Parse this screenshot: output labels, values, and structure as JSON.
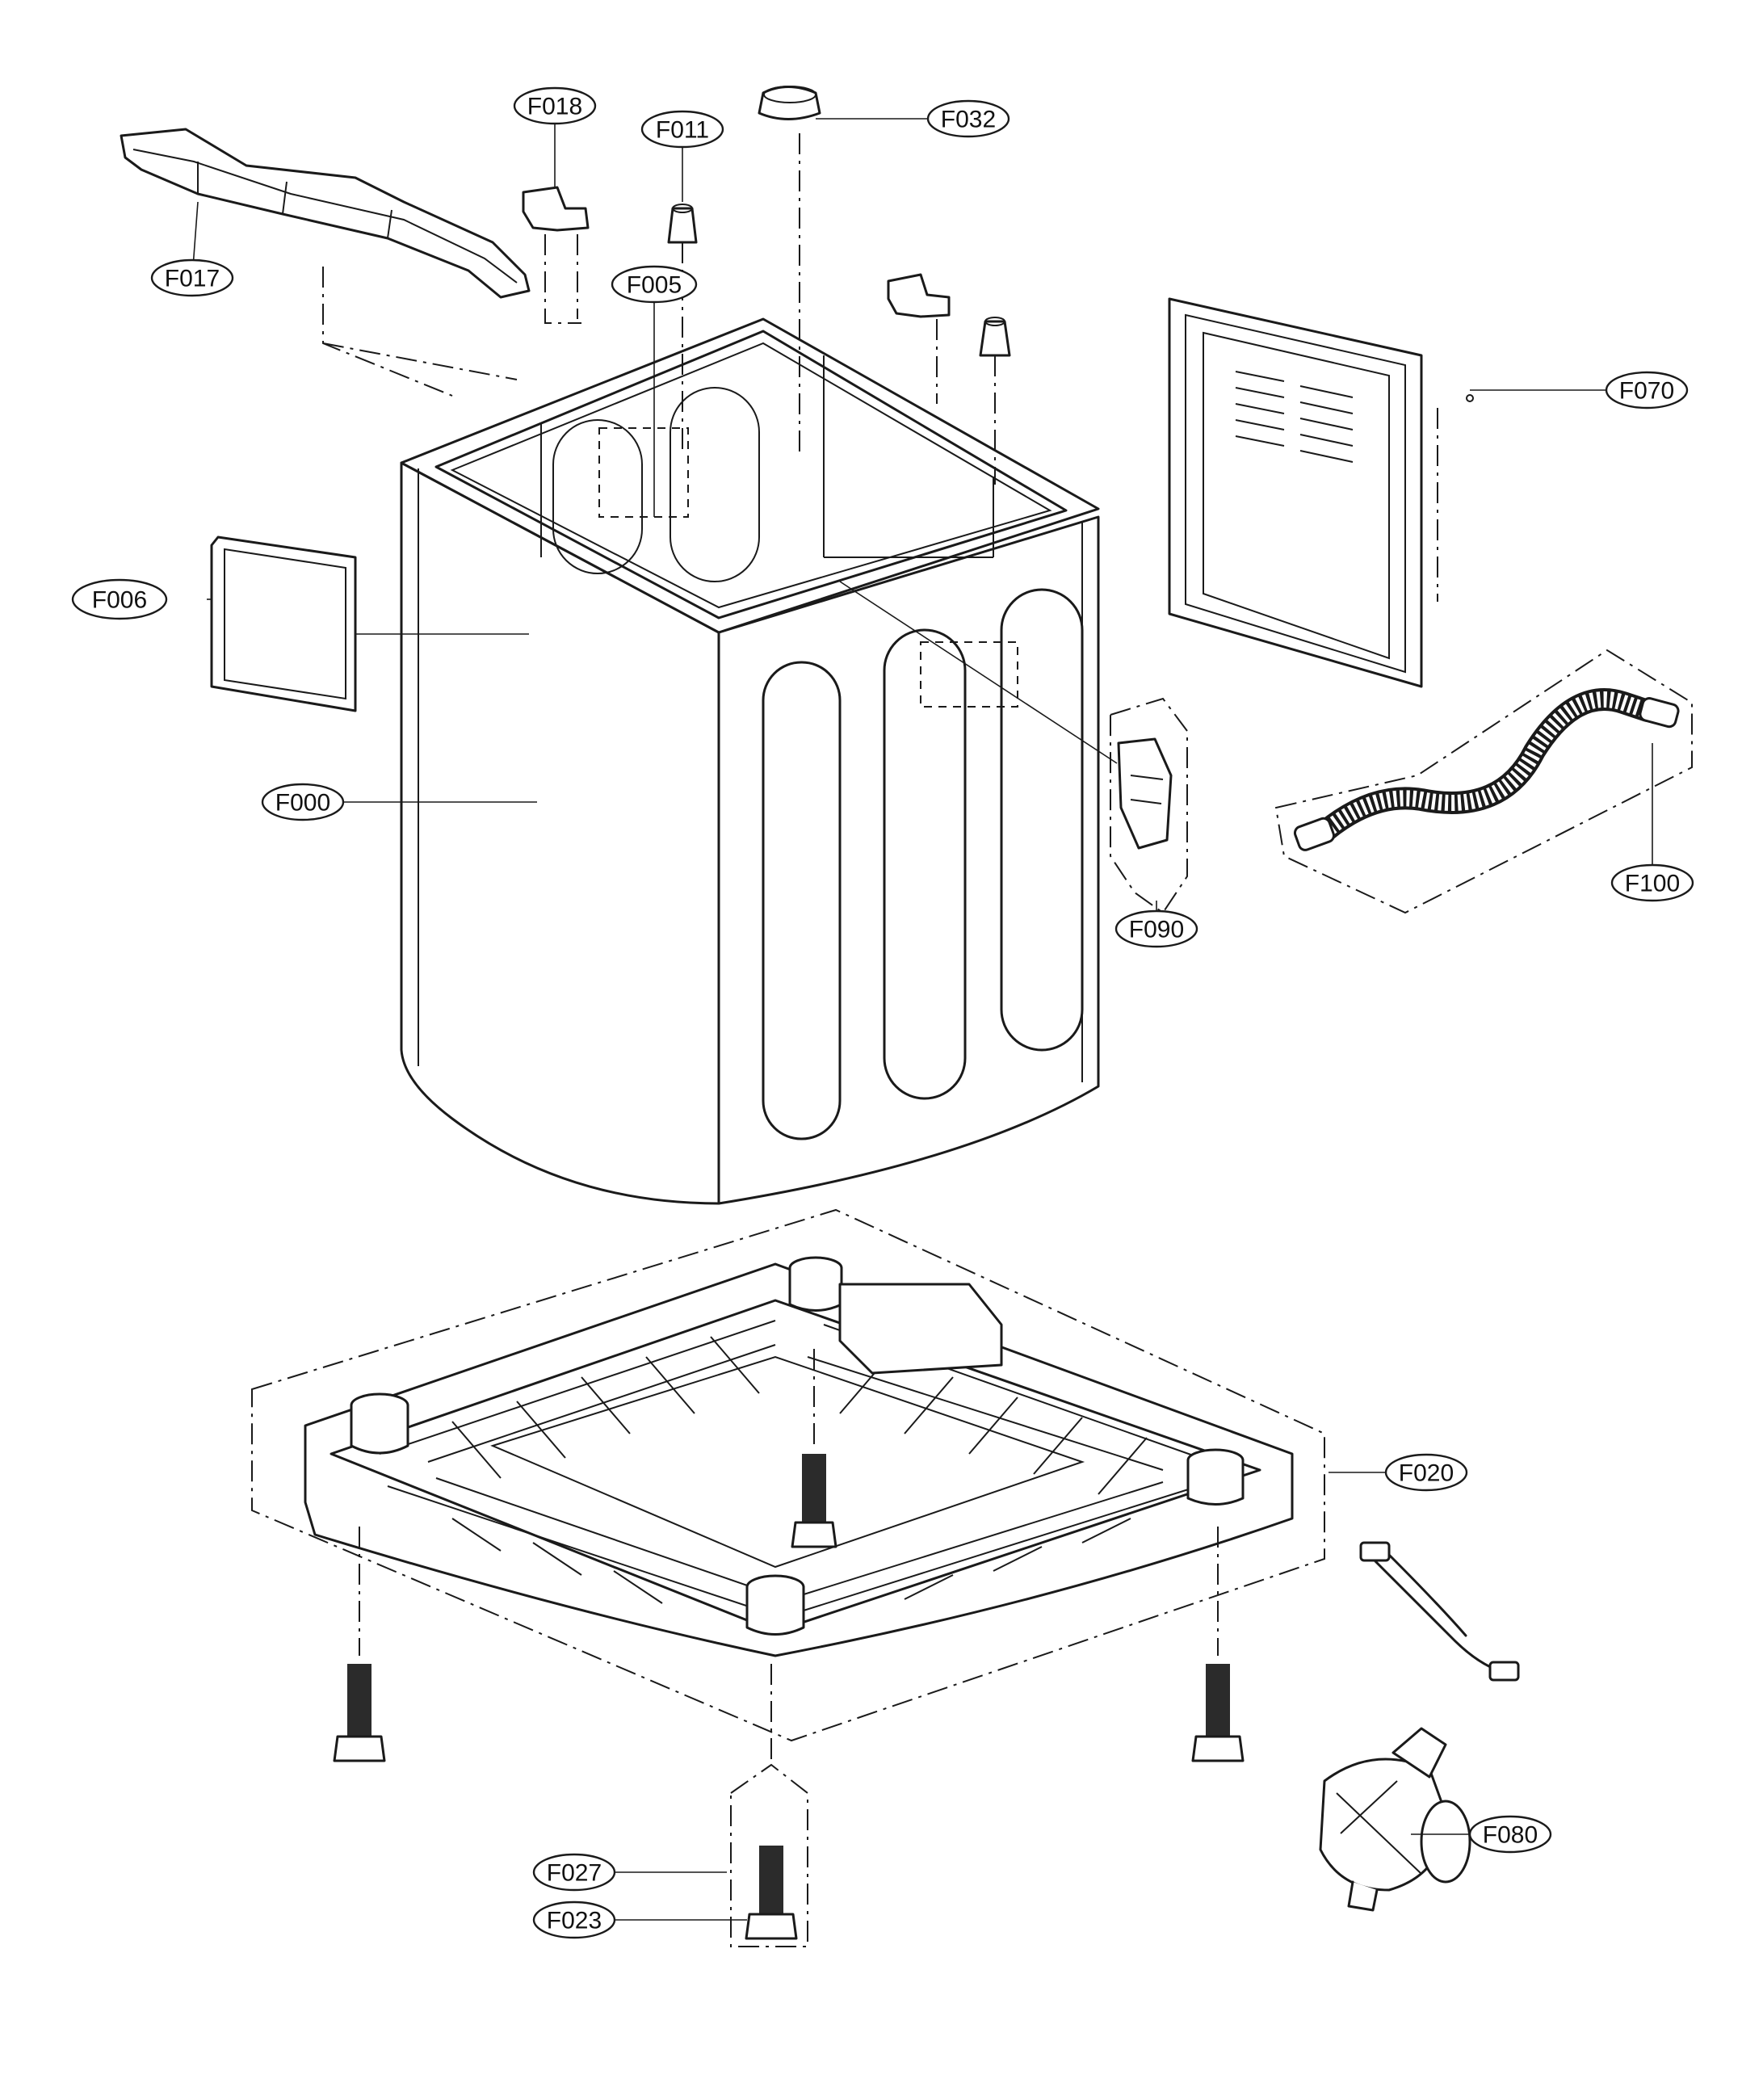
{
  "diagram": {
    "type": "exploded-parts-view",
    "part_labels": {
      "f017": "F017",
      "f018": "F018",
      "f011": "F011",
      "f032": "F032",
      "f005": "F005",
      "f070": "F070",
      "f006": "F006",
      "f000": "F000",
      "f090": "F090",
      "f100": "F100",
      "f020": "F020",
      "f027": "F027",
      "f023": "F023",
      "f080": "F080"
    }
  }
}
